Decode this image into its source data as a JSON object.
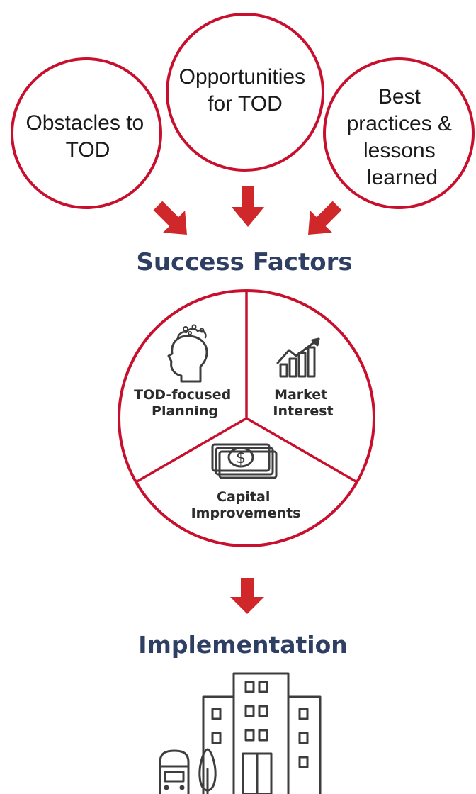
{
  "inputs": {
    "obstacles": [
      "Obstacles to",
      "TOD"
    ],
    "opportunities": [
      "Opportunities",
      "for TOD"
    ],
    "best_practices": [
      "Best",
      "practices &",
      "lessons",
      "learned"
    ]
  },
  "success_factors": {
    "title": "Success Factors",
    "planning": [
      "TOD-focused",
      "Planning"
    ],
    "market": [
      "Market",
      "Interest"
    ],
    "capital": [
      "Capital",
      "Improvements"
    ],
    "currency_symbol": "$"
  },
  "implementation": {
    "title": "Implementation"
  },
  "colors": {
    "accent_red": "#c8102e",
    "arrow_red": "#d0282a",
    "heading_navy": "#2f3e63",
    "icon_gray": "#3d3d3d"
  },
  "icons": [
    "head-ideas-icon",
    "rising-chart-icon",
    "money-stack-icon",
    "building-icon",
    "train-icon",
    "tree-icon"
  ]
}
